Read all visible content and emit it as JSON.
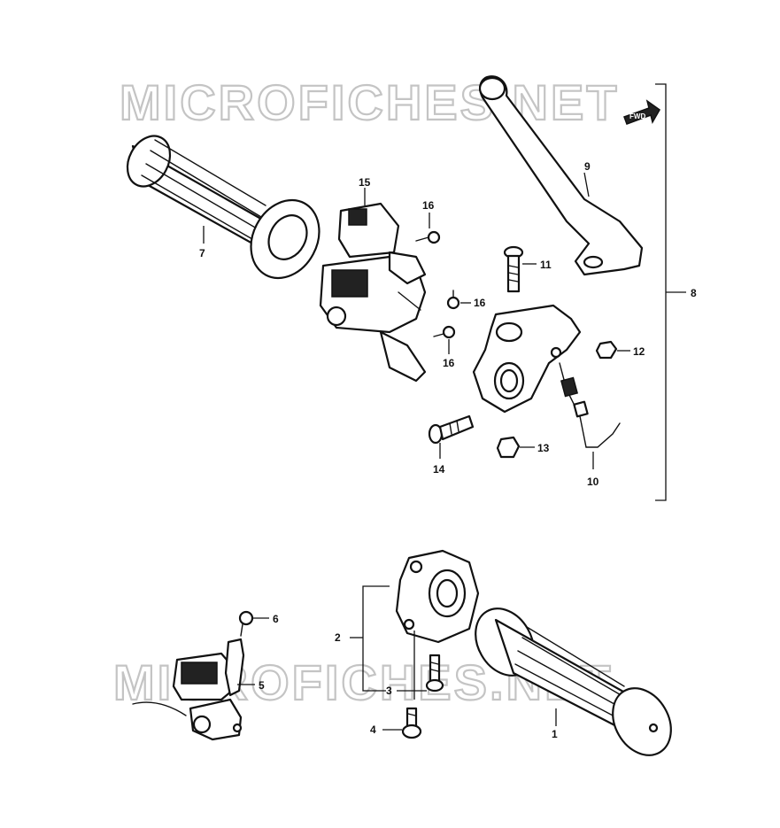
{
  "watermark": {
    "text": "MICROFICHES.NET"
  },
  "fwd_label": "FWD",
  "callouts": {
    "c1": "1",
    "c2": "2",
    "c3": "3",
    "c4": "4",
    "c5": "5",
    "c6": "6",
    "c7": "7",
    "c8": "8",
    "c9": "9",
    "c10": "10",
    "c11": "11",
    "c12": "12",
    "c13": "13",
    "c14": "14",
    "c15": "15",
    "c16a": "16",
    "c16b": "16",
    "c16c": "16"
  }
}
